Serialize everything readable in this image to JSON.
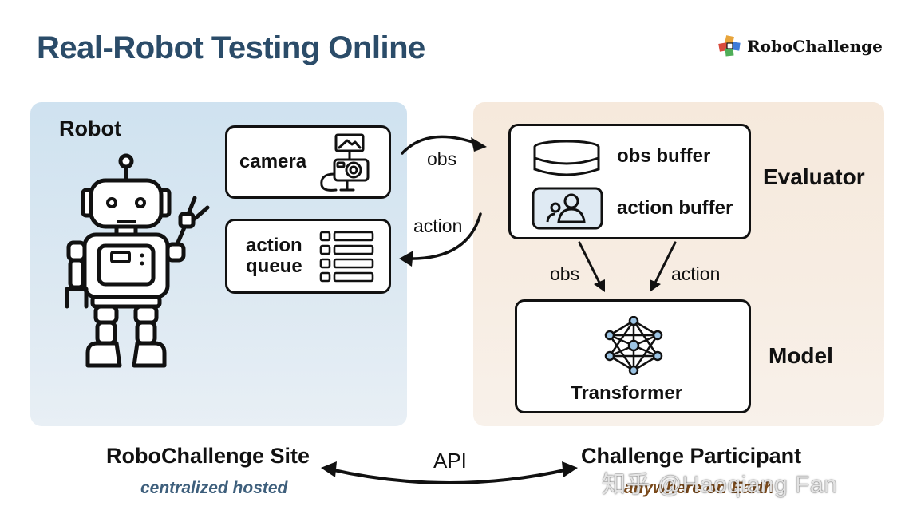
{
  "title": "Real-Robot Testing Online",
  "logo": {
    "text": "RoboChallenge",
    "icon": "cube-cluster-logo"
  },
  "robot_panel": {
    "heading": "Robot",
    "camera_label": "camera",
    "action_queue_label_line1": "action",
    "action_queue_label_line2": "queue"
  },
  "flow_labels": {
    "obs_to_evaluator": "obs",
    "action_to_robot": "action",
    "obs_to_model": "obs",
    "action_to_model": "action",
    "api": "API"
  },
  "evaluator": {
    "heading": "Evaluator",
    "obs_buffer_label": "obs buffer",
    "action_buffer_label": "action buffer"
  },
  "model": {
    "heading": "Model",
    "transformer_label": "Transformer"
  },
  "bottom": {
    "site_title": "RoboChallenge Site",
    "site_subtitle": "centralized hosted",
    "participant_title": "Challenge Participant",
    "participant_subtitle": "anywhere on Earth"
  },
  "watermark": "知乎 @Haoqiang Fan",
  "colors": {
    "title": "#2b4c69",
    "site_subtitle": "#3e5f7c",
    "participant_subtitle": "#7a4a1c",
    "left_panel": "#d6e6f2",
    "right_panel": "#f6ebe0"
  }
}
